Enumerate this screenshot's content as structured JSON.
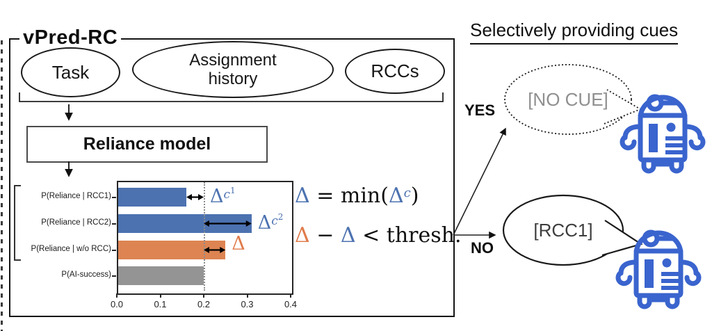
{
  "panel": {
    "title": "vPred-RC"
  },
  "inputs": [
    {
      "label": "Task"
    },
    {
      "label": "Assignment history"
    },
    {
      "label": "RCCs"
    }
  ],
  "reliance_box": {
    "label": "Reliance model"
  },
  "chart_data": {
    "type": "bar",
    "orientation": "horizontal",
    "categories": [
      "P(Reliance | RCC1)",
      "P(Reliance | RCC2)",
      "P(Reliance | w/o RCC)",
      "P(AI-success)"
    ],
    "values": [
      0.16,
      0.31,
      0.25,
      0.2
    ],
    "colors": [
      "#4C72B0",
      "#4C72B0",
      "#DD8452",
      "#949494"
    ],
    "xlim": [
      0.0,
      0.4
    ],
    "xticks": [
      "0.0",
      "0.1",
      "0.2",
      "0.3",
      "0.4"
    ],
    "threshold_line": 0.2,
    "grid": "off",
    "annotations": [
      {
        "base": "Δ",
        "sup": "c",
        "supsup": "1",
        "color": "#4C72B0",
        "row": 0
      },
      {
        "base": "Δ",
        "sup": "c",
        "supsup": "2",
        "color": "#4C72B0",
        "row": 1
      },
      {
        "base": "Δ",
        "sup": "",
        "supsup": "",
        "color": "#E07B4B",
        "row": 2
      }
    ]
  },
  "formulas": {
    "f1": {
      "delta": "Δ",
      "mid": " = min(",
      "delta_c": "Δ",
      "sup": "c",
      "close": ")"
    },
    "f2": {
      "delta_o": "Δ",
      "minus": " − ",
      "delta_b": "Δ",
      "rest": " <  thresh."
    }
  },
  "right": {
    "title": "Selectively providing cues",
    "yes_label": "YES",
    "no_label": "NO",
    "bubble_yes": "[NO CUE]",
    "bubble_no": "[RCC1]"
  },
  "colors": {
    "bar_blue": "#4C72B0",
    "bar_orange": "#DD8452",
    "bar_gray": "#949494",
    "robot_blue": "#3A64CE",
    "no_cue_gray": "#8f8f8f"
  }
}
